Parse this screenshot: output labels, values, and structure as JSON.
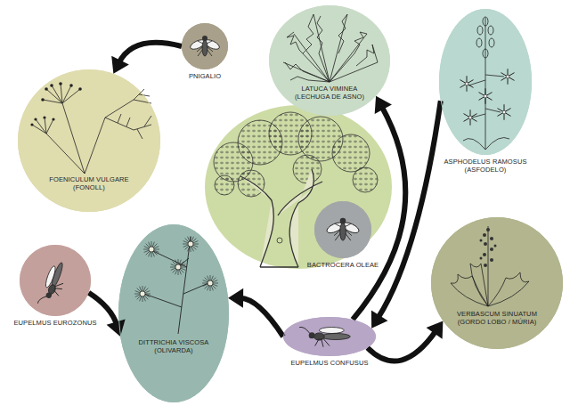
{
  "diagram": {
    "nodes": [
      {
        "text": [
          "PNIGALIO"
        ]
      },
      {
        "text": [
          "LATUCA VIMINEA",
          "(LECHUGA DE ASNO)"
        ]
      },
      {
        "text": [
          "ASPHODELUS RAMOSUS",
          "(ASFODELO)"
        ]
      },
      {
        "text": [
          "FOENICULUM VULGARE",
          "(FONOLL)"
        ]
      },
      {
        "text": [
          "BACTROCERA OLEAE"
        ]
      },
      {
        "text": [
          "EUPELMUS EUROZONUS"
        ]
      },
      {
        "text": [
          "DITTRICHIA VISCOSA",
          "(OLIVARDA)"
        ]
      },
      {
        "text": [
          "EUPELMUS CONFUSUS"
        ]
      },
      {
        "text": [
          "VERBASCUM SINUATUM",
          "(GORDO LOBO / MÚRIA)"
        ]
      }
    ],
    "edges": [
      {
        "from": 0,
        "to": 3,
        "arrow": "to"
      },
      {
        "from": 7,
        "to": 1,
        "arrow": "to"
      },
      {
        "from": 2,
        "to": 7,
        "arrow": "to"
      },
      {
        "from": 7,
        "to": 6,
        "arrow": "to"
      },
      {
        "from": 5,
        "to": 6,
        "arrow": "to"
      },
      {
        "from": 7,
        "to": 8,
        "arrow": "to"
      }
    ]
  }
}
